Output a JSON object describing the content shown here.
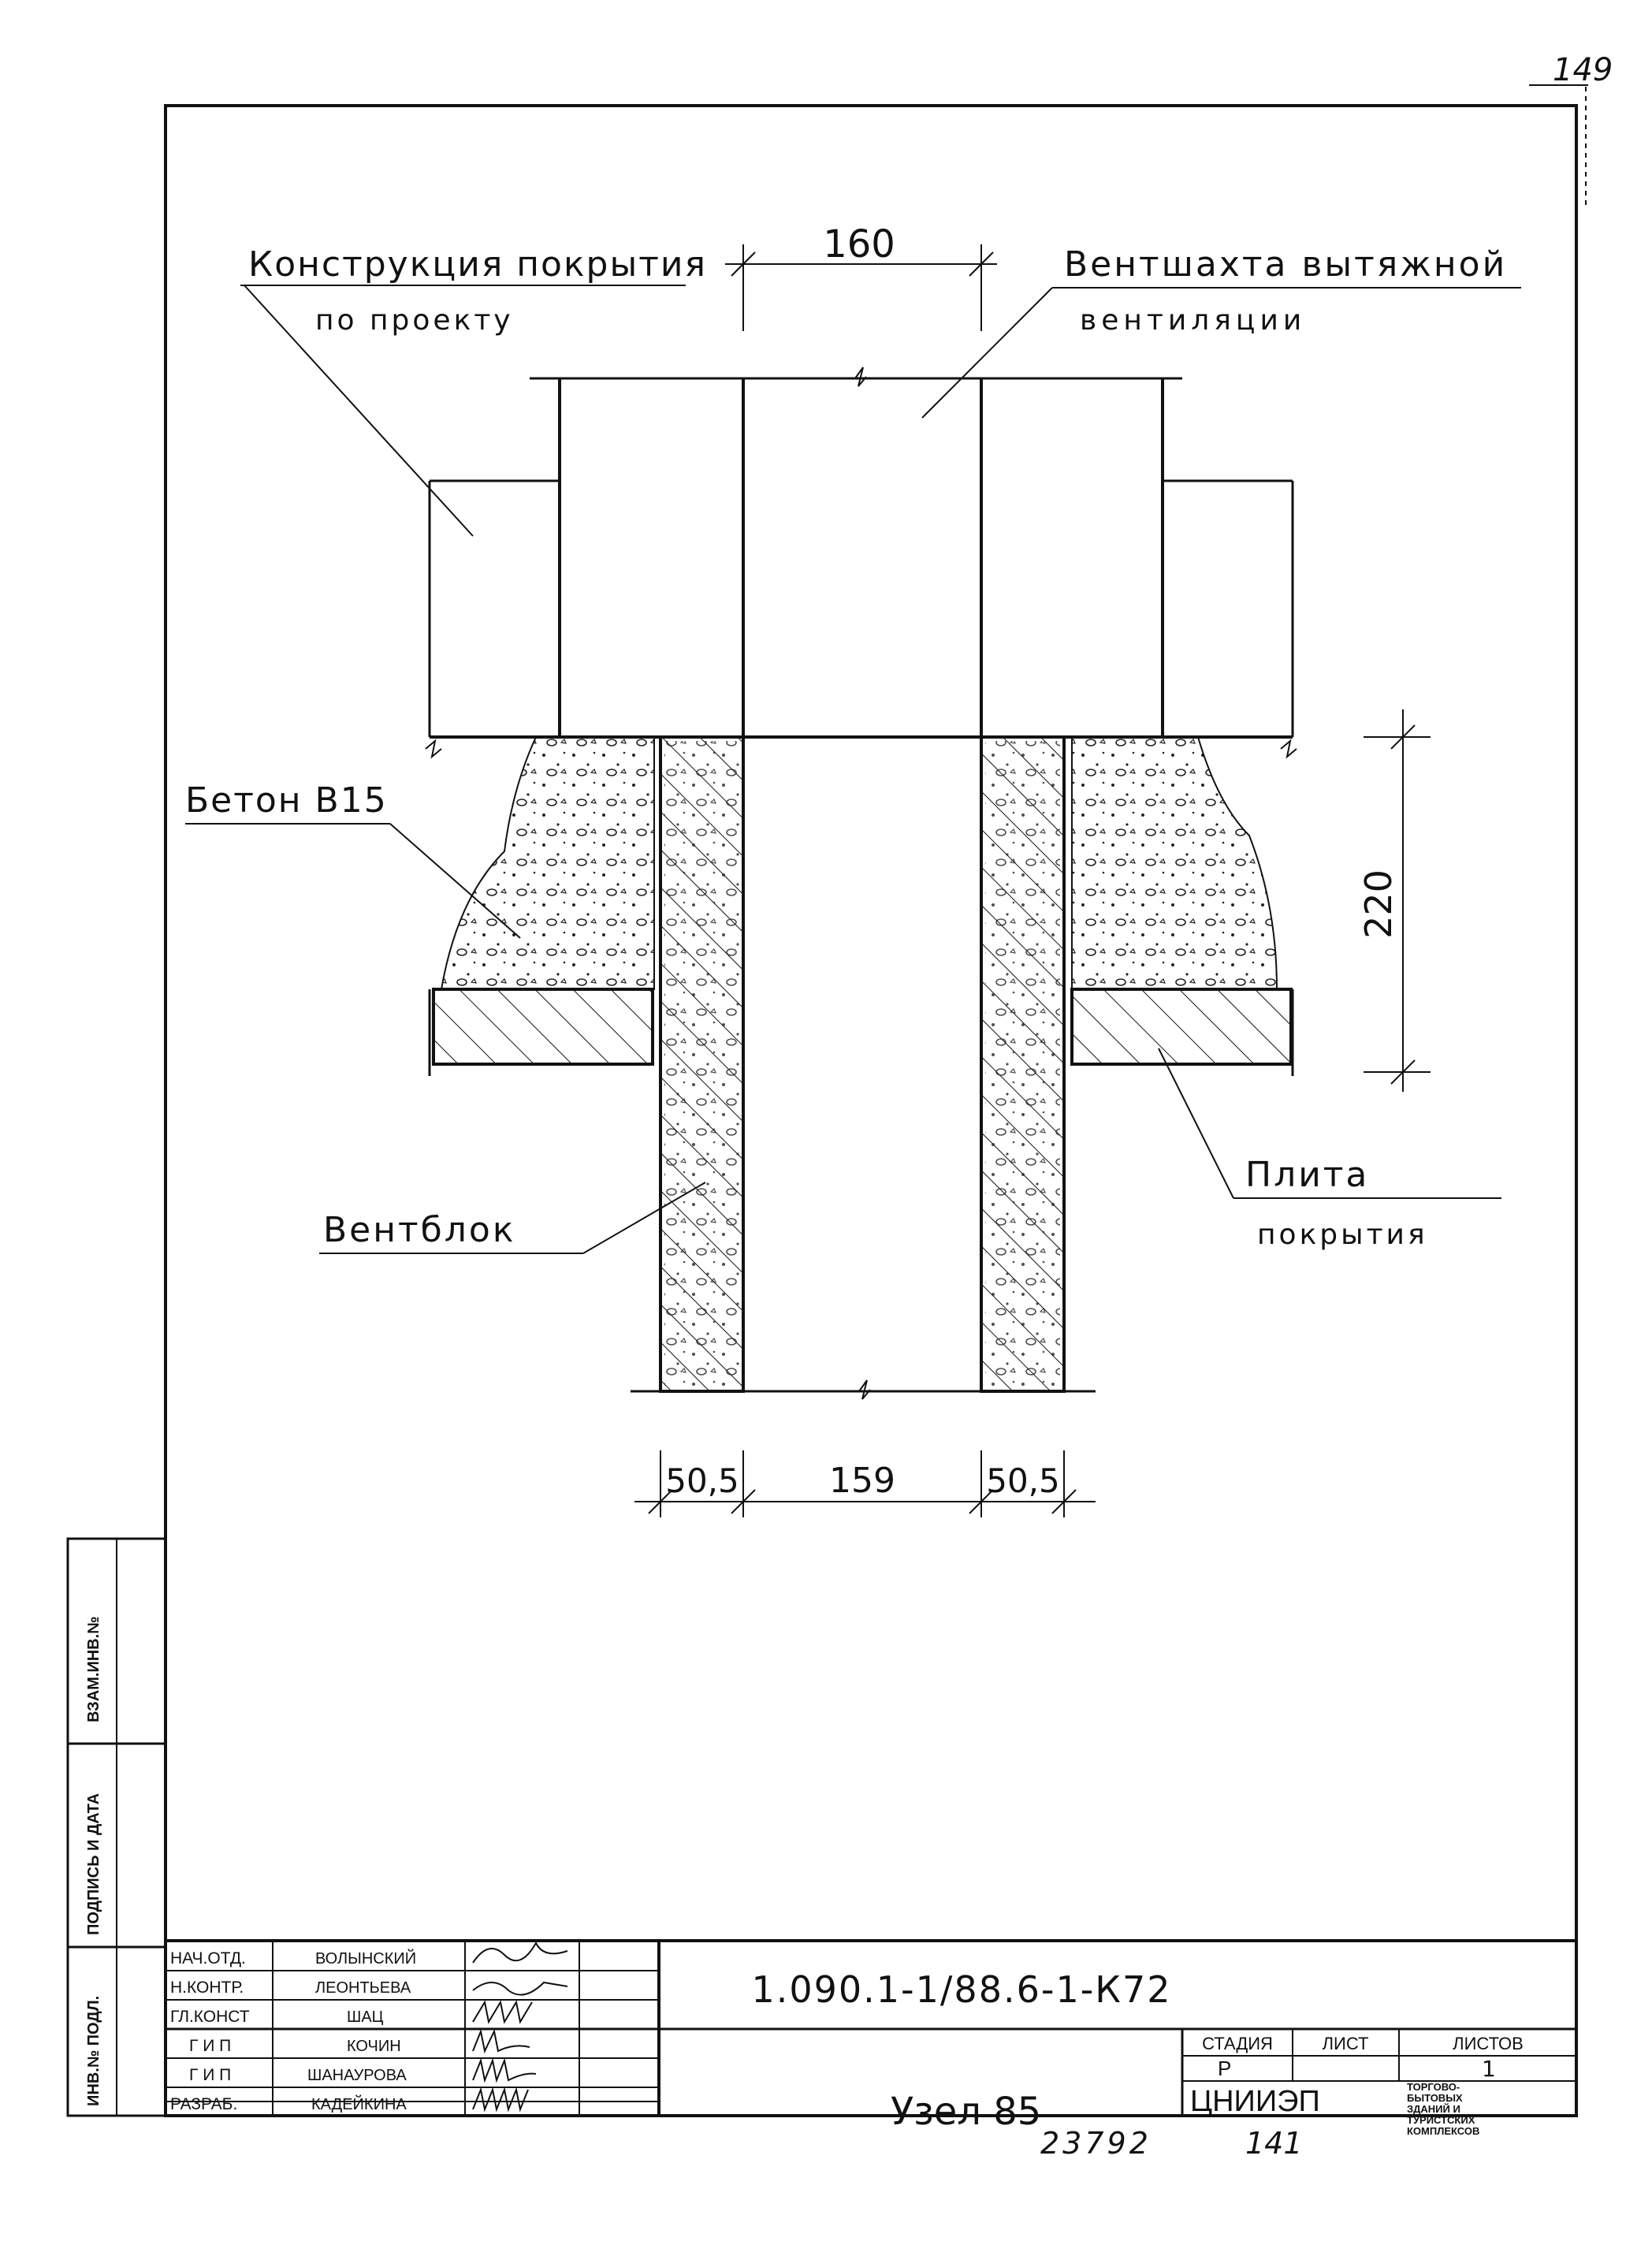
{
  "page_number": "149",
  "drawing": {
    "label_roof": "Конструкция покрытия",
    "label_roof_2": "по проекту",
    "label_shaft": "Вентшахта вытяжной",
    "label_shaft_2": "вентиляции",
    "label_concrete": "Бетон B15",
    "label_slab": "Плита",
    "label_slab_2": "покрытия",
    "label_block": "Вентблок",
    "dim_top": "160",
    "dim_height": "220",
    "dim_left": "50,5",
    "dim_mid": "159",
    "dim_right": "50,5"
  },
  "side_stamp": {
    "col1": "ВЗАМ.ИНВ.№",
    "col2": "ПОДПИСЬ И ДАТА",
    "col3": "ИНВ.№ ПОДЛ."
  },
  "title_block": {
    "code": "1.090.1-1/88.6-1-К72",
    "name": "Узел 85",
    "headers": {
      "stage": "СТАДИЯ",
      "sheet": "ЛИСТ",
      "sheets": "ЛИСТОВ"
    },
    "stage": "Р",
    "sheets": "1",
    "org": "ЦНИИЭП",
    "org_note": [
      "ТОРГОВО-",
      "БЫТОВЫХ",
      "ЗДАНИЙ И",
      "ТУРИСТСКИХ",
      "КОМПЛЕКСОВ"
    ],
    "staff": [
      {
        "role": "НАЧ.ОТД.",
        "name": "ВОЛЫНСКИЙ"
      },
      {
        "role": "Н.КОНТР.",
        "name": "ЛЕОНТЬЕВА"
      },
      {
        "role": "ГЛ.КОНСТ",
        "name": "ШАЦ"
      },
      {
        "role": "Г И П",
        "name": "КОЧИН"
      },
      {
        "role": "Г И П",
        "name": "ШАНАУРОВА"
      },
      {
        "role": "РАЗРАБ.",
        "name": "КАДЕЙКИНА"
      }
    ]
  },
  "bottom_numbers": {
    "left": "23792",
    "right": "141"
  }
}
